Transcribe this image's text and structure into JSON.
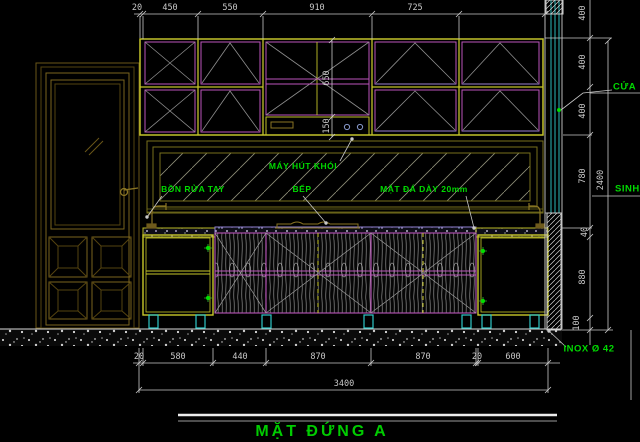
{
  "title": "MẶT ĐỨNG A",
  "labels": {
    "hood": "MÁY HÚT KHÓI",
    "sink": "BỒN RỬA TAY",
    "stove": "BẾP",
    "countertop": "MẶT ĐÁ DÀY 20mm",
    "glass_door": "CỬA",
    "partition": "SINH",
    "legs": "INOX Ø 42"
  },
  "dimensions": {
    "top": [
      "20",
      "450",
      "550",
      "910",
      "725"
    ],
    "bottom": [
      "20",
      "580",
      "440",
      "870",
      "870",
      "20",
      "600"
    ],
    "bottom_overall": "3400",
    "right": [
      "400",
      "400",
      "400",
      "780",
      "40",
      "880",
      "100"
    ],
    "right_overall": "2400",
    "cabinet": [
      "650",
      "150"
    ]
  },
  "colors": {
    "background": "#000000",
    "dimension": "#c9c9c9",
    "annotation_green": "#00d900",
    "cabinet_yellow": "#c2c22a",
    "door_frame_magenta": "#bb55bb",
    "glass_cyan": "#2ab8b8",
    "wood_olive": "#6f5b1c",
    "knob_green": "#00dd00"
  }
}
